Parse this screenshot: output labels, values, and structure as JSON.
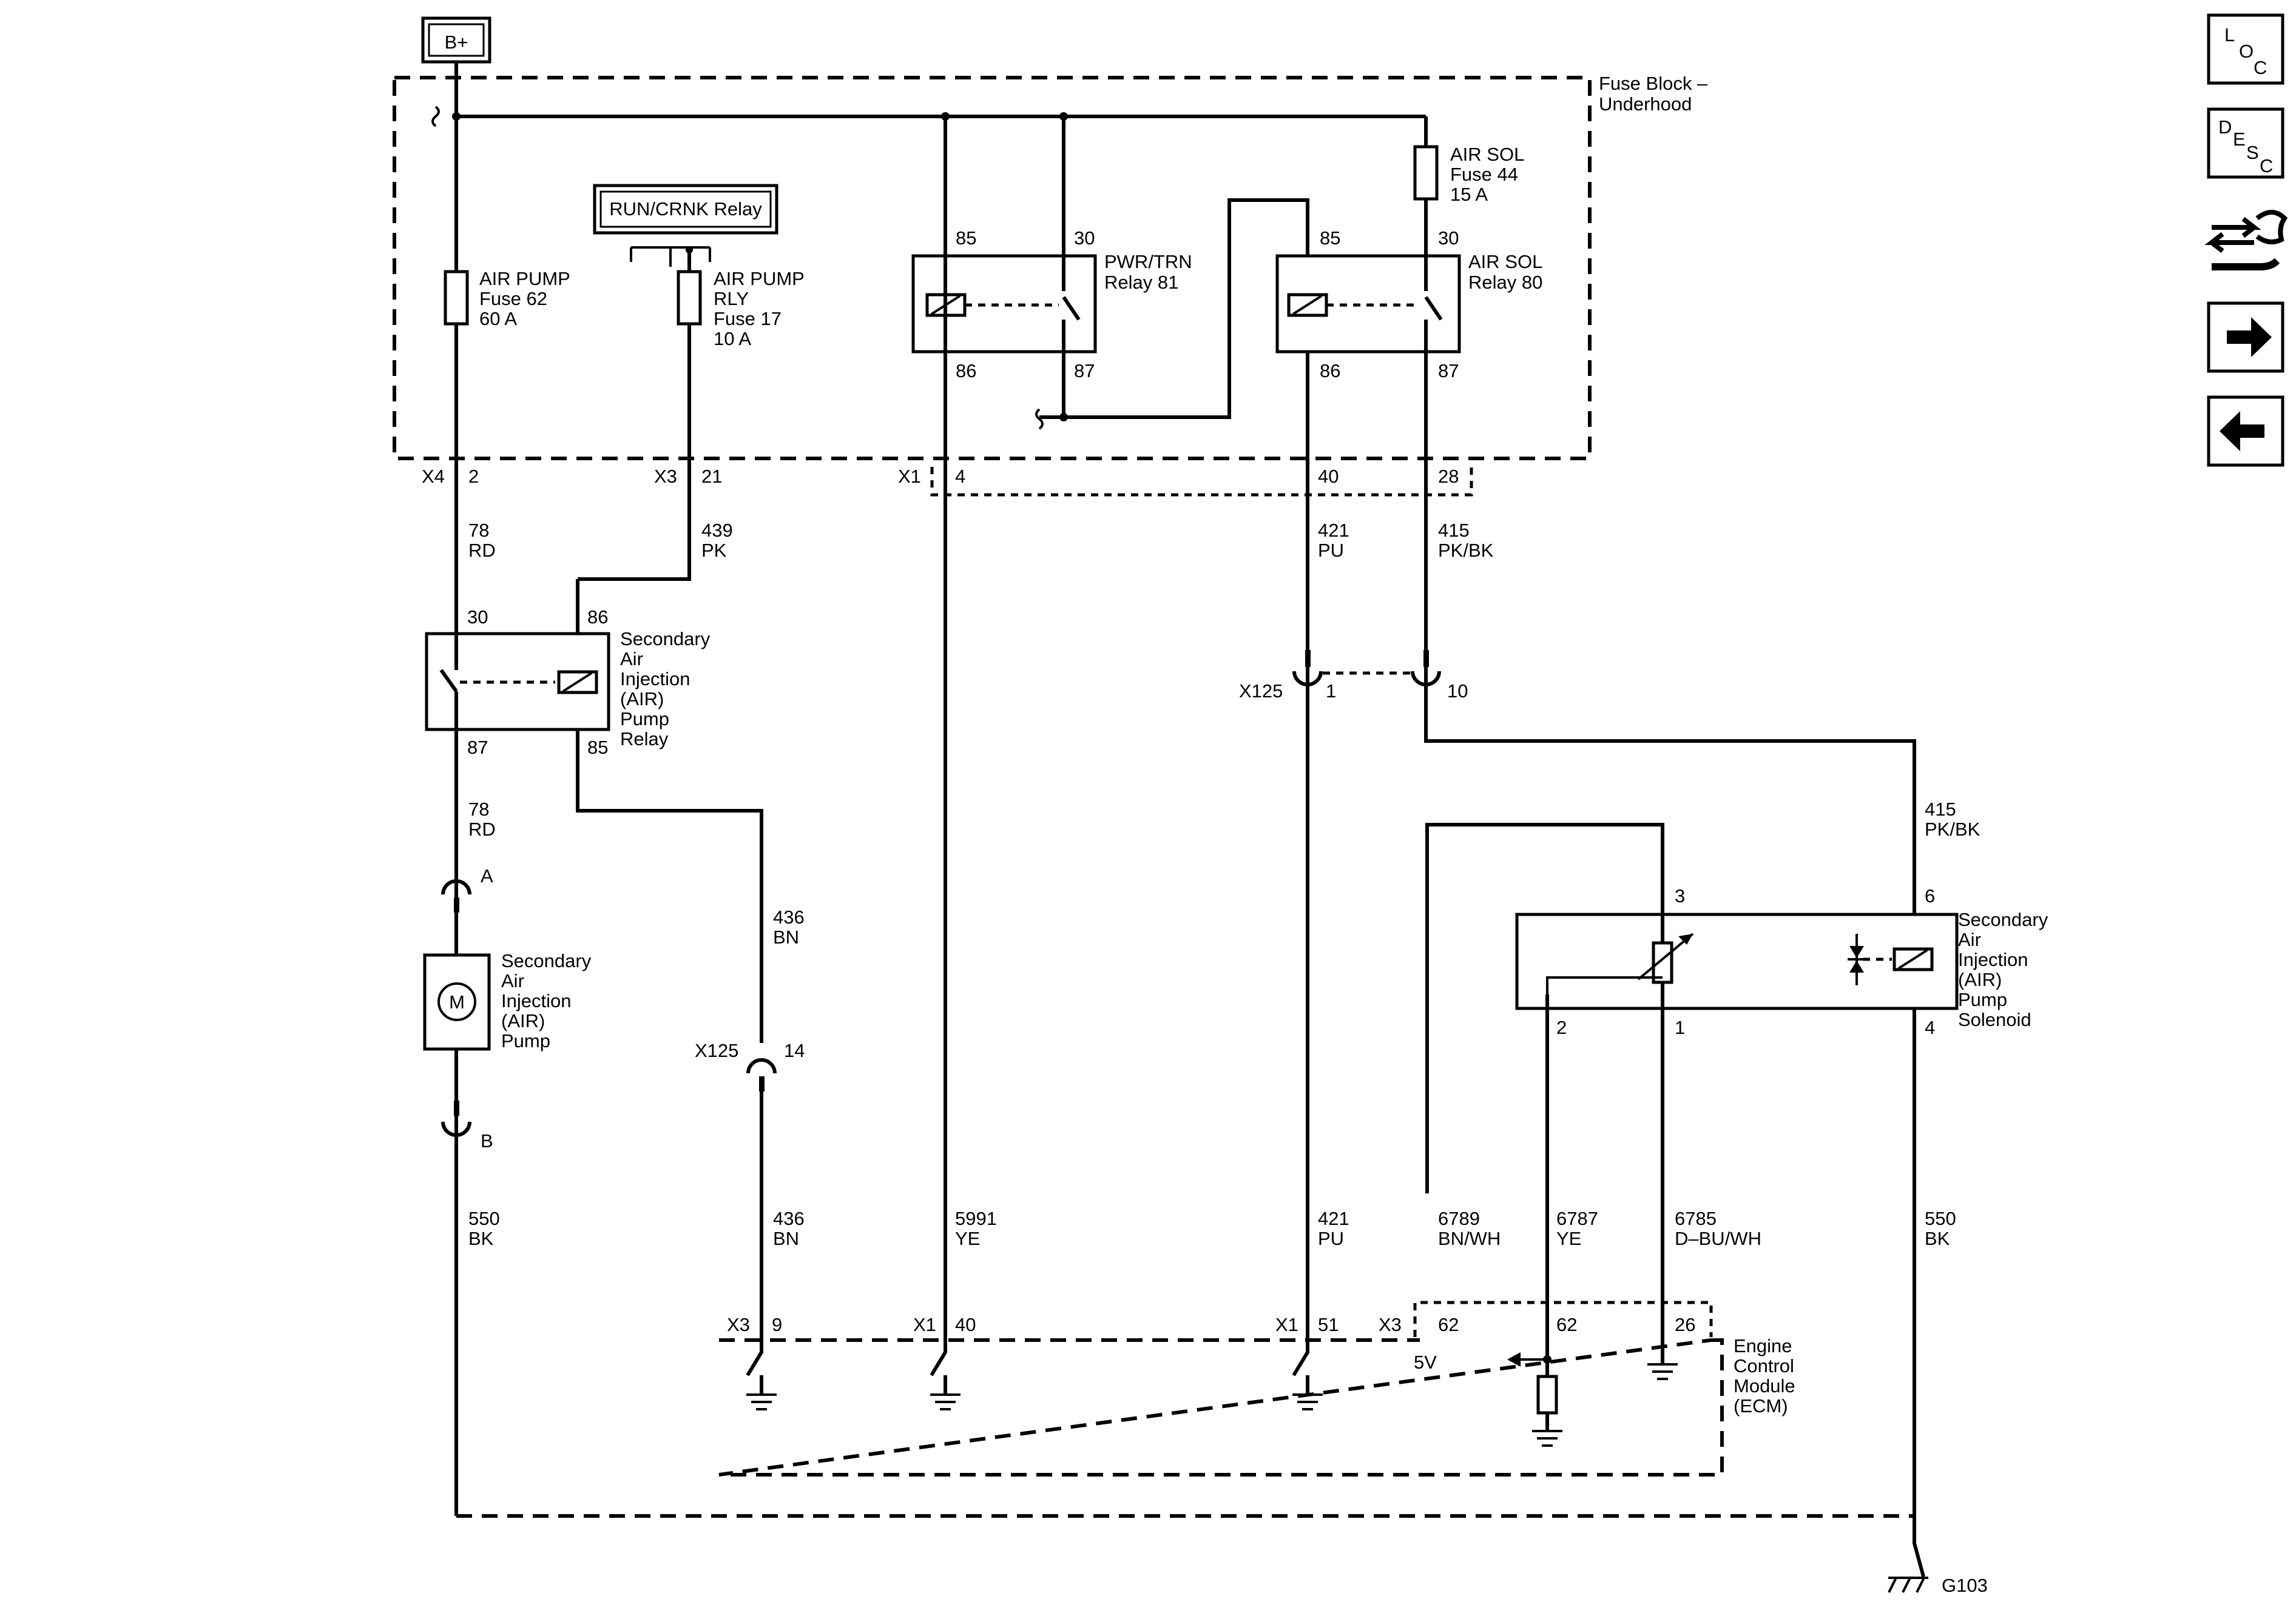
{
  "title": {
    "supply": "B+",
    "fuse_block": [
      "Fuse Block –",
      "Underhood"
    ]
  },
  "relays": {
    "run_crnk": "RUN/CRNK Relay",
    "pwr_trn": {
      "name": [
        "PWR/TRN",
        "Relay 81"
      ],
      "pins": [
        "85",
        "30",
        "86",
        "87"
      ]
    },
    "air_sol": {
      "name": [
        "AIR SOL",
        "Relay 80"
      ],
      "pins": [
        "85",
        "30",
        "86",
        "87"
      ]
    },
    "pump_relay": {
      "name": [
        "Secondary",
        "Air",
        "Injection",
        "(AIR)",
        "Pump",
        "Relay"
      ],
      "pins": [
        "30",
        "86",
        "87",
        "85"
      ]
    }
  },
  "fuses": {
    "air_pump": [
      "AIR PUMP",
      "Fuse 62",
      "60 A"
    ],
    "air_pump_rly": [
      "AIR PUMP",
      "RLY",
      "Fuse 17",
      "10 A"
    ],
    "air_sol": [
      "AIR SOL",
      "Fuse 44",
      "15 A"
    ]
  },
  "connectors": {
    "x4": "X4",
    "x4_pin": "2",
    "x3": "X3",
    "x3_pin": "21",
    "x1": "X1",
    "x1_pin": "4",
    "pin40": "40",
    "pin28": "28",
    "x125": "X125",
    "x125_pin1": "1",
    "x125_pin10": "10",
    "x125_pin14": "14",
    "pump_a": "A",
    "pump_b": "B"
  },
  "wires": {
    "w78_top": [
      "78",
      "RD"
    ],
    "w439": [
      "439",
      "PK"
    ],
    "w421_top": [
      "421",
      "PU"
    ],
    "w415_top": [
      "415",
      "PK/BK"
    ],
    "w78_mid": [
      "78",
      "RD"
    ],
    "w436_mid": [
      "436",
      "BN"
    ],
    "w415_right": [
      "415",
      "PK/BK"
    ],
    "w550_left": [
      "550",
      "BK"
    ],
    "w436_bot": [
      "436",
      "BN"
    ],
    "w5991": [
      "5991",
      "YE"
    ],
    "w421_bot": [
      "421",
      "PU"
    ],
    "w6789": [
      "6789",
      "BN/WH"
    ],
    "w6787": [
      "6787",
      "YE"
    ],
    "w6785": [
      "6785",
      "D–BU/WH"
    ],
    "w550_right": [
      "550",
      "BK"
    ]
  },
  "pump": [
    "Secondary",
    "Air",
    "Injection",
    "(AIR)",
    "Pump"
  ],
  "motor": "M",
  "solenoid": {
    "name": [
      "Secondary",
      "Air",
      "Injection",
      "(AIR)",
      "Pump",
      "Solenoid"
    ],
    "pins": [
      "3",
      "6",
      "2",
      "1",
      "4"
    ]
  },
  "ecm": {
    "name": [
      "Engine",
      "Control",
      "Module",
      "(ECM)"
    ],
    "pins": [
      {
        "conn": "X3",
        "pin": "9"
      },
      {
        "conn": "X1",
        "pin": "40"
      },
      {
        "conn": "X1",
        "pin": "51"
      },
      {
        "conn": "X3",
        "pin": "62"
      },
      {
        "conn": "",
        "pin": "62"
      },
      {
        "conn": "",
        "pin": "26"
      }
    ],
    "volt": "5V"
  },
  "ground": "G103",
  "nav": {
    "loc": [
      "L",
      "O",
      "C"
    ],
    "desc": [
      "D",
      "E",
      "S",
      "C"
    ]
  },
  "icons": [
    "tools-icon",
    "arrow-right-icon",
    "arrow-left-icon"
  ]
}
